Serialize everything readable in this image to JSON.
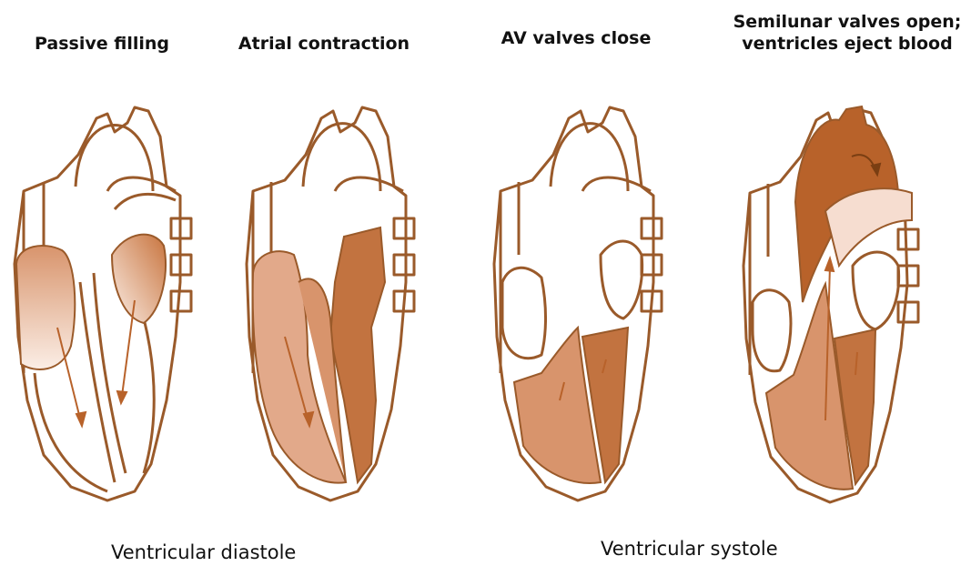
{
  "panels": [
    {
      "title": "Passive filling"
    },
    {
      "title": "Atrial contraction"
    },
    {
      "title": "AV valves close"
    },
    {
      "title": "Semilunar valves open; ventricles eject blood"
    }
  ],
  "phases": {
    "diastole_label": "Ventricular diastole",
    "systole_label": "Ventricular systole"
  },
  "colors": {
    "outline": "#9a5a2a",
    "light_fill": "#e2a98a",
    "mid_fill": "#d8946c",
    "dark_fill": "#b8622a",
    "background": "#ffffff"
  }
}
